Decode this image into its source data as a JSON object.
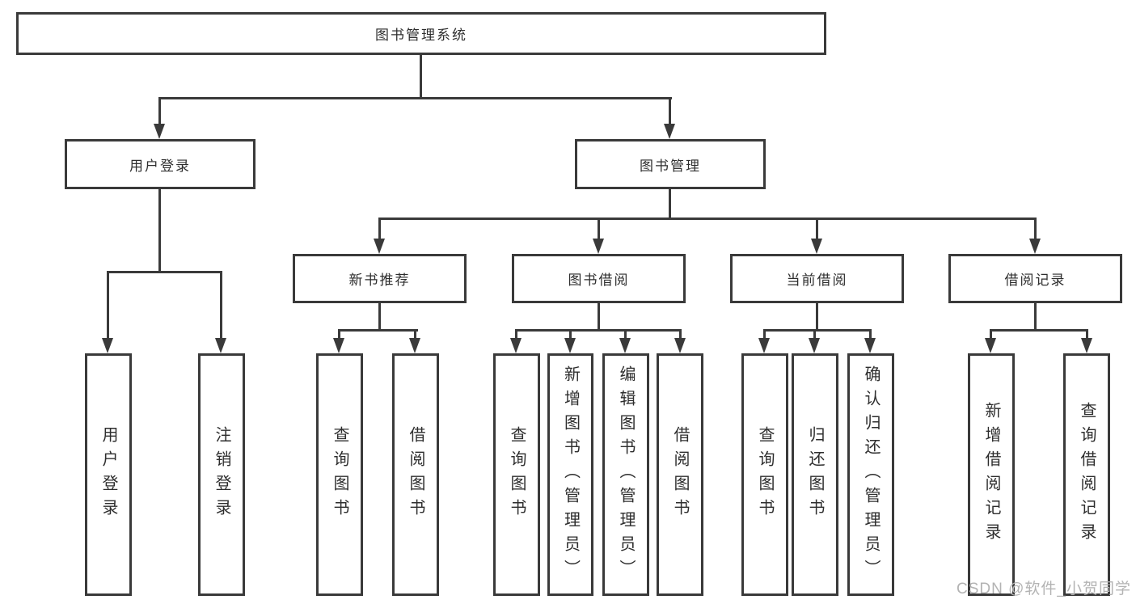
{
  "diagram": {
    "title": "图书管理系统",
    "branches": {
      "user_login": {
        "label": "用户登录",
        "children": [
          {
            "label": "用户登录"
          },
          {
            "label": "注销登录"
          }
        ]
      },
      "book_mgmt": {
        "label": "图书管理"
      }
    },
    "modules": [
      {
        "label": "新书推荐",
        "children": [
          {
            "label": "查询图书"
          },
          {
            "label": "借阅图书"
          }
        ]
      },
      {
        "label": "图书借阅",
        "children": [
          {
            "label": "查询图书"
          },
          {
            "label": "新增图书（管理员）"
          },
          {
            "label": "编辑图书（管理员）"
          },
          {
            "label": "借阅图书"
          }
        ]
      },
      {
        "label": "当前借阅",
        "children": [
          {
            "label": "查询图书"
          },
          {
            "label": "归还图书"
          },
          {
            "label": "确认归还（管理员）"
          }
        ]
      },
      {
        "label": "借阅记录",
        "children": [
          {
            "label": "新增借阅记录"
          },
          {
            "label": "查询借阅记录"
          }
        ]
      }
    ],
    "watermark": "CSDN @软件_小贺同学",
    "colors": {
      "line": "#3a3a3a",
      "box_background": "#ffffff",
      "text": "#2e2e2e",
      "watermark": "#b3b3b3"
    }
  }
}
